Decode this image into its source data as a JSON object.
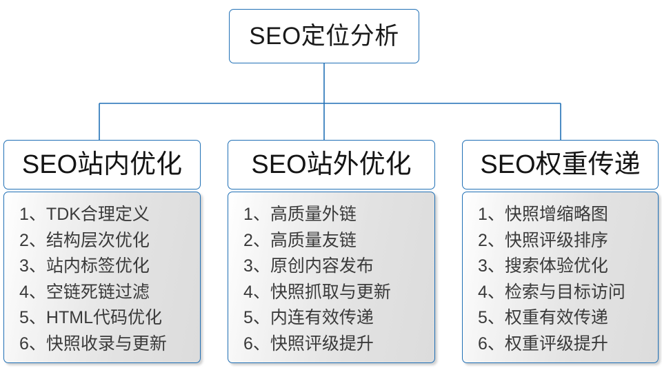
{
  "diagram": {
    "type": "organization-tree",
    "title": "SEO定位分析",
    "accent_color": "#1f6fb5",
    "root": {
      "label": "SEO定位分析"
    },
    "separator": "、",
    "columns": [
      {
        "header": "SEO站内优化",
        "items": [
          {
            "num": "1",
            "text": "TDK合理定义"
          },
          {
            "num": "2",
            "text": "结构层次优化"
          },
          {
            "num": "3",
            "text": "站内标签优化"
          },
          {
            "num": "4",
            "text": "空链死链过滤"
          },
          {
            "num": "5",
            "text": "HTML代码优化"
          },
          {
            "num": "6",
            "text": "快照收录与更新"
          }
        ]
      },
      {
        "header": "SEO站外优化",
        "items": [
          {
            "num": "1",
            "text": "高质量外链"
          },
          {
            "num": "2",
            "text": "高质量友链"
          },
          {
            "num": "3",
            "text": "原创内容发布"
          },
          {
            "num": "4",
            "text": "快照抓取与更新"
          },
          {
            "num": "5",
            "text": "内连有效传递"
          },
          {
            "num": "6",
            "text": "快照评级提升"
          }
        ]
      },
      {
        "header": "SEO权重传递",
        "items": [
          {
            "num": "1",
            "text": "快照增缩略图"
          },
          {
            "num": "2",
            "text": "快照评级排序"
          },
          {
            "num": "3",
            "text": "搜索体验优化"
          },
          {
            "num": "4",
            "text": "检索与目标访问"
          },
          {
            "num": "5",
            "text": "权重有效传递"
          },
          {
            "num": "6",
            "text": "权重评级提升"
          }
        ]
      }
    ]
  }
}
